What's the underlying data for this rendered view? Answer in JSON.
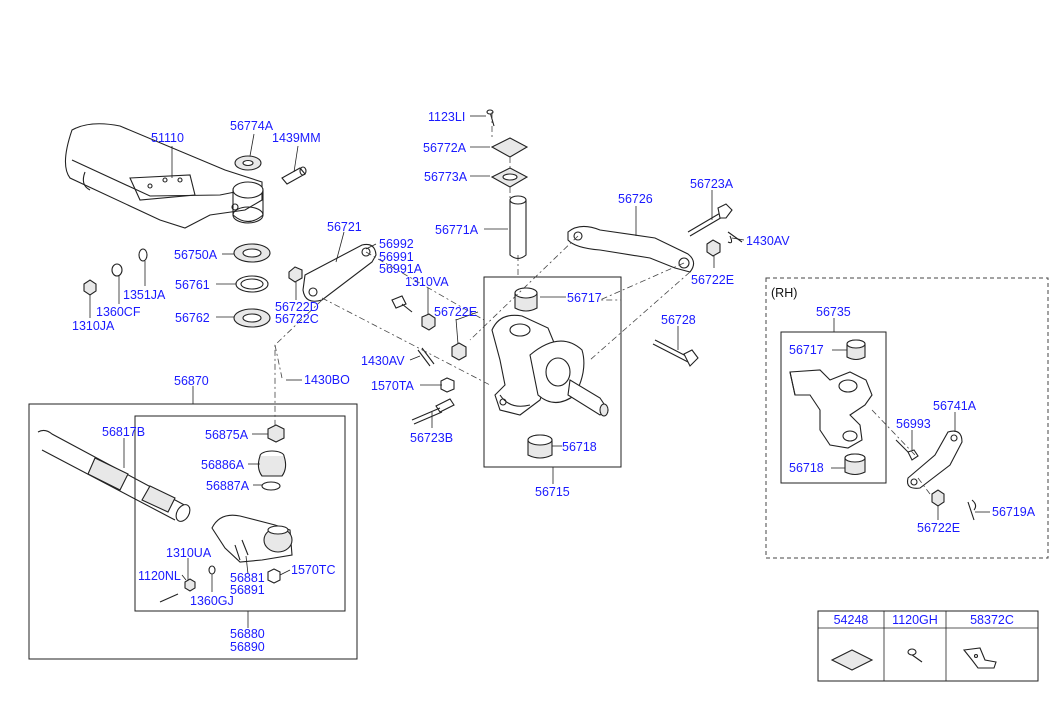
{
  "labels": {
    "p51110": "51110",
    "p56774A": "56774A",
    "p1439MM": "1439MM",
    "p56750A": "56750A",
    "p56761": "56761",
    "p56762": "56762",
    "p1360CF": "1360CF",
    "p1351JA": "1351JA",
    "p1310JA": "1310JA",
    "p56721": "56721",
    "p56992": "56992",
    "p56991": "56991",
    "p56991A": "56991A",
    "p1310VA": "1310VA",
    "p56722D": "56722D",
    "p56722C": "56722C",
    "p1123LI": "1123LI",
    "p56772A": "56772A",
    "p56773A": "56773A",
    "p56771A": "56771A",
    "p56726": "56726",
    "p56723A": "56723A",
    "p1430AV_a": "1430AV",
    "p56722E_a": "56722E",
    "p56717": "56717",
    "p56722E_b": "56722E",
    "p56728": "56728",
    "p1430AV_b": "1430AV",
    "p1570TA": "1570TA",
    "p56723B": "56723B",
    "p56718": "56718",
    "p56715": "56715",
    "p1430BO": "1430BO",
    "p56870": "56870",
    "p56817B": "56817B",
    "p56875A": "56875A",
    "p56886A": "56886A",
    "p56887A": "56887A",
    "p1310UA": "1310UA",
    "p1120NL": "1120NL",
    "p56881": "56881",
    "p56891": "56891",
    "p1570TC": "1570TC",
    "p1360GJ": "1360GJ",
    "p56880": "56880",
    "p56890": "56890",
    "rh": "(RH)",
    "p56735": "56735",
    "p56717_rh": "56717",
    "p56741A": "56741A",
    "p56993": "56993",
    "p56718_rh": "56718",
    "p56722E_rh": "56722E",
    "p56719A": "56719A"
  },
  "legend": {
    "items": [
      "54248",
      "1120GH",
      "58372C"
    ]
  }
}
